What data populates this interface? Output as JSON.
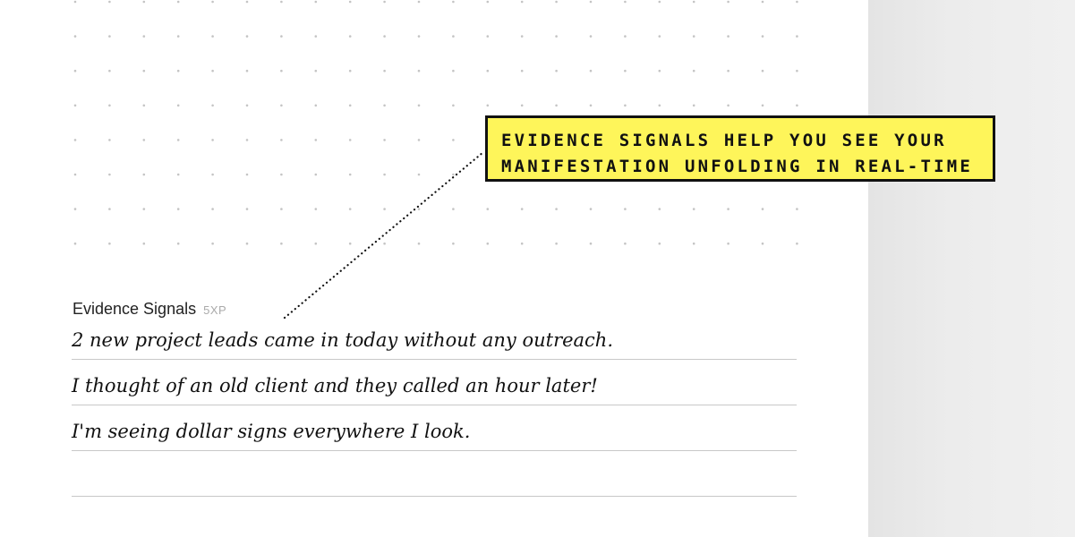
{
  "callout": {
    "lines": [
      "EVIDENCE SIGNALS HELP YOU SEE YOUR",
      "MANIFESTATION UNFOLDING IN REAL-TIME"
    ],
    "background": "#fef55a"
  },
  "section": {
    "title": "Evidence Signals",
    "xp": "5XP"
  },
  "entries": [
    "2 new project leads came in today without any outreach.",
    "I thought of an old client and they called an hour later!",
    "I'm seeing dollar signs everywhere I look.",
    ""
  ]
}
